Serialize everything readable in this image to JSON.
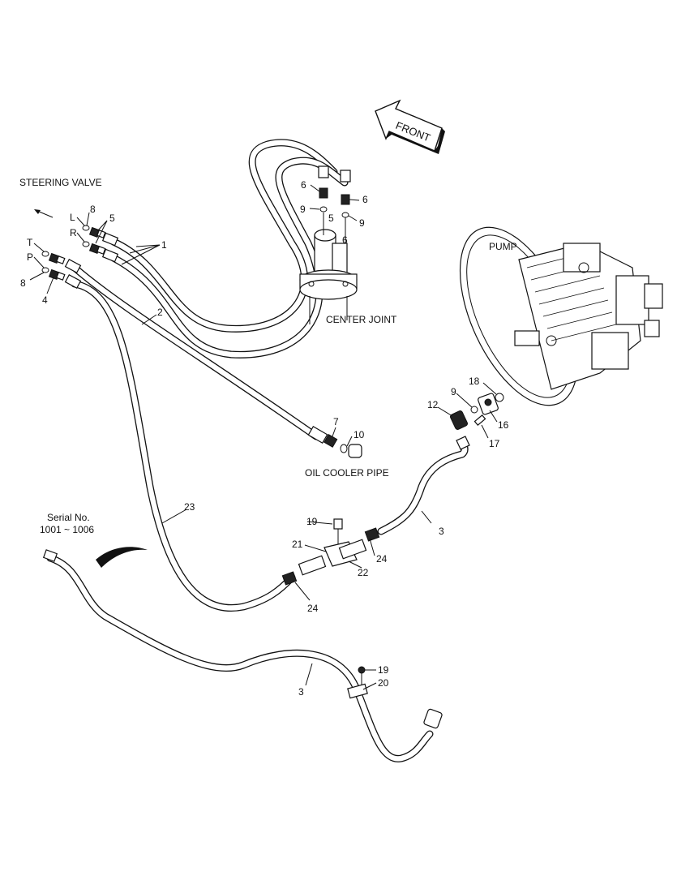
{
  "labels": {
    "steering_valve": "STEERING VALVE",
    "center_joint": "CENTER JOINT",
    "oil_cooler_pipe": "OIL COOLER PIPE",
    "pump": "PUMP",
    "front": "FRONT",
    "serial_line1": "Serial No.",
    "serial_line2": "1001 ~ 1006"
  },
  "port_letters": {
    "L": "L",
    "R": "R",
    "T": "T",
    "P": "P"
  },
  "callouts": {
    "c1": "1",
    "c2": "2",
    "c3a": "3",
    "c3b": "3",
    "c4": "4",
    "c5a": "5",
    "c5b": "5",
    "c6a": "6",
    "c6b": "6",
    "c6c": "6",
    "c7": "7",
    "c8a": "8",
    "c8b": "8",
    "c9a": "9",
    "c9b": "9",
    "c9c": "9",
    "c10": "10",
    "c12": "12",
    "c16": "16",
    "c17": "17",
    "c18": "18",
    "c19a": "19",
    "c19b": "19",
    "c20": "20",
    "c21": "21",
    "c22": "22",
    "c23": "23",
    "c24a": "24",
    "c24b": "24"
  }
}
